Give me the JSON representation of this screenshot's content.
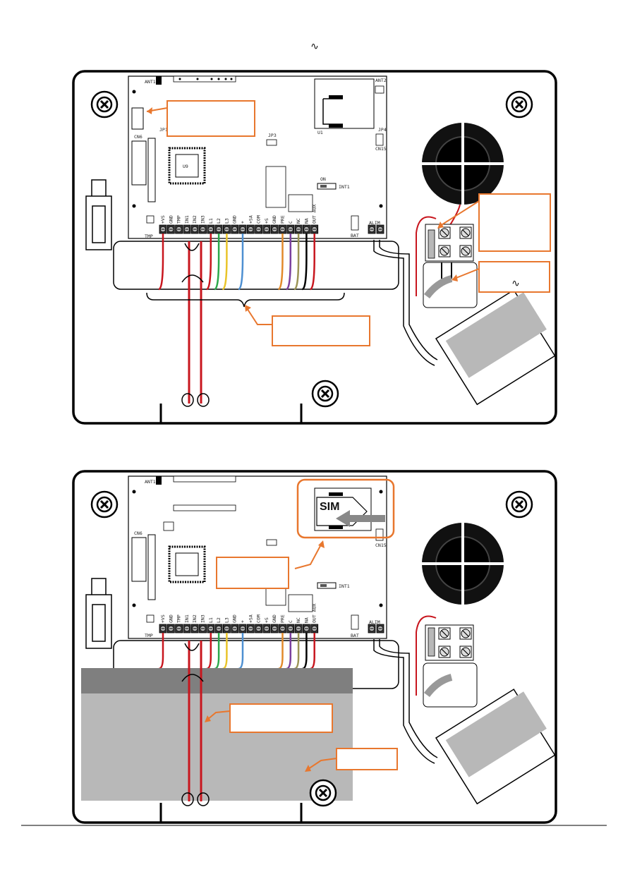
{
  "header": {
    "ac_symbol": "∿"
  },
  "diagram_top": {
    "board": {
      "ant1_label": "ANT1",
      "ant2_label": "ANT2",
      "cn6_label": "CN6",
      "jp1_label": "JP1",
      "jp3_label": "JP3",
      "jp4_label": "JP4",
      "cn15_label": "CN15",
      "u1_label": "U1",
      "u9_label": "U9",
      "int1_on_label": "ON",
      "int1_label": "INT1",
      "tmp_label": "TMP",
      "bat_label": "BAT",
      "alim_label": "ALIM",
      "terminals": [
        "+VS",
        "GND",
        "TMP",
        "IN1",
        "IN2",
        "IN3",
        "L1",
        "L2",
        "L3",
        "GND",
        "+",
        "+SA",
        "COM",
        "+S",
        "GND",
        "PRE",
        "C",
        "NC",
        "NA",
        "OUT AUX"
      ]
    },
    "callouts": [
      {
        "text": ""
      },
      {
        "text": ""
      },
      {
        "text": "∿"
      },
      {
        "text": ""
      }
    ]
  },
  "diagram_bottom": {
    "sim_label": "SIM",
    "callouts": [
      {
        "text": ""
      },
      {
        "text": ""
      },
      {
        "text": ""
      }
    ]
  },
  "colors": {
    "orange": "#E8772E",
    "wire_red": "#C8161E",
    "wire_green": "#2BA84A",
    "wire_yellow": "#E9C42A",
    "wire_blue": "#4D8FD1",
    "wire_orange": "#E28A2B",
    "wire_purple": "#7A3F9D",
    "wire_olive": "#9B9455",
    "cover_gray": "#B8B8B8",
    "cover_dark": "#7F7F7F"
  }
}
